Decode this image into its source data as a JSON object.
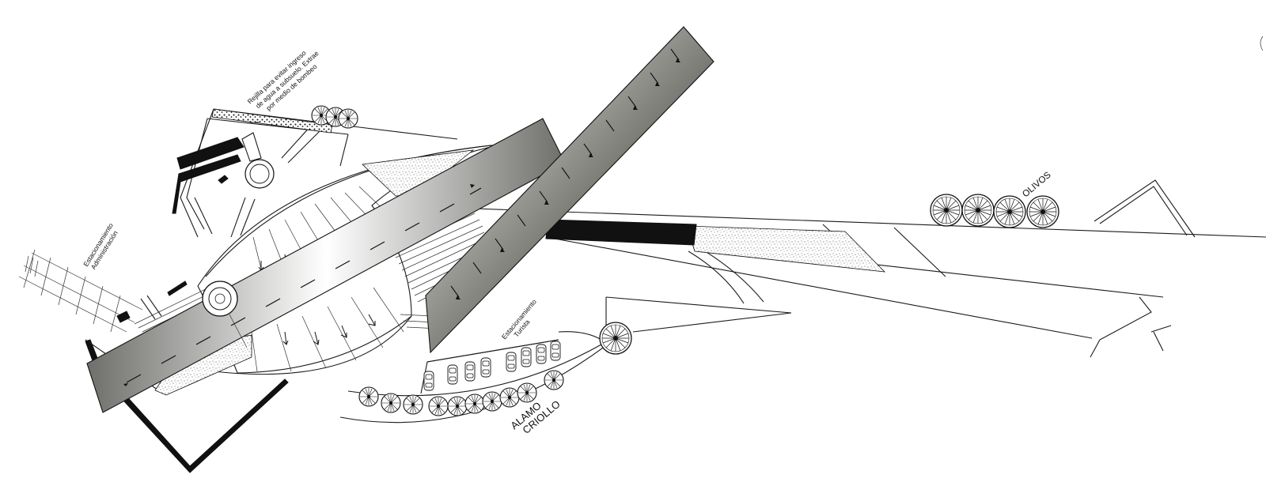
{
  "labels": {
    "rejilla_line1": "Rejilla para evitar ingreso",
    "rejilla_line2": "de agua a subsuelo. Extrae",
    "rejilla_line3": "por medio de bombeo",
    "admin_line1": "Estacionamiento",
    "admin_line2": "Administración",
    "turista_line1": "Estacionamiento",
    "turista_line2": "Turista",
    "olivos": "OLIVOS",
    "alamo_line1": "ALAMO",
    "alamo_line2": "CRIOLLO"
  },
  "palette": {
    "ink": "#111111",
    "gradient_light": "#ffffff",
    "gradient_dark": "#6e6e6a"
  }
}
